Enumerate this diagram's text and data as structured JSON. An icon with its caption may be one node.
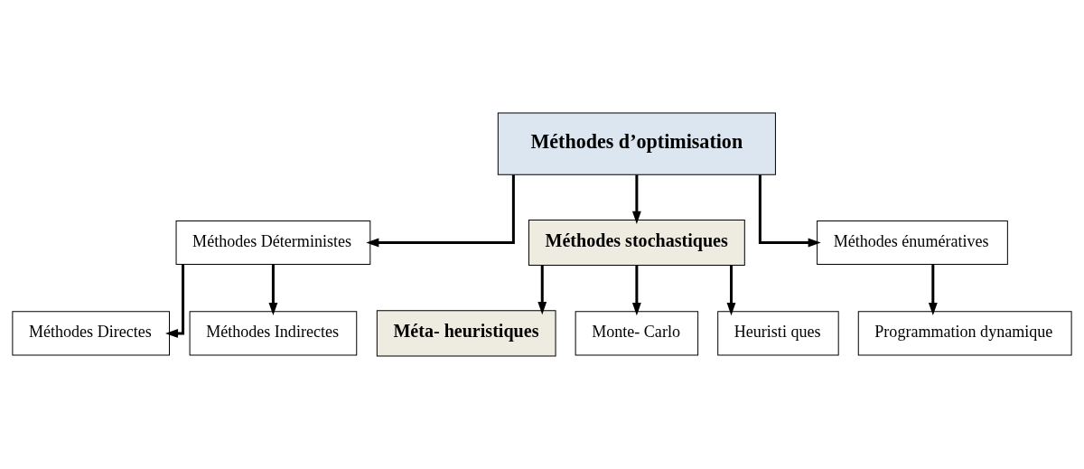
{
  "diagram": {
    "nodes": [
      {
        "text": [
          "Méthodes d’optimisation"
        ]
      },
      {
        "text": [
          "Méthodes Déterministes"
        ]
      },
      {
        "text": [
          "Méthodes stochastiques"
        ]
      },
      {
        "text": [
          "Méthodes énumératives"
        ]
      },
      {
        "text": [
          "Méthodes Directes"
        ]
      },
      {
        "text": [
          "Méthodes Indirectes"
        ]
      },
      {
        "text": [
          "Méta- heuristiques"
        ]
      },
      {
        "text": [
          "Monte- Carlo"
        ]
      },
      {
        "text": [
          "Heuristi ques"
        ]
      },
      {
        "text": [
          "Programmation dynamique"
        ]
      }
    ],
    "edges": [
      {
        "from": 0,
        "to": 1,
        "arrow": "to"
      },
      {
        "from": 0,
        "to": 2,
        "arrow": "to"
      },
      {
        "from": 0,
        "to": 3,
        "arrow": "to"
      },
      {
        "from": 1,
        "to": 4,
        "arrow": "to"
      },
      {
        "from": 1,
        "to": 5,
        "arrow": "to"
      },
      {
        "from": 2,
        "to": 6,
        "arrow": "to"
      },
      {
        "from": 2,
        "to": 7,
        "arrow": "to"
      },
      {
        "from": 2,
        "to": 8,
        "arrow": "to"
      },
      {
        "from": 3,
        "to": 9,
        "arrow": "to"
      }
    ]
  }
}
